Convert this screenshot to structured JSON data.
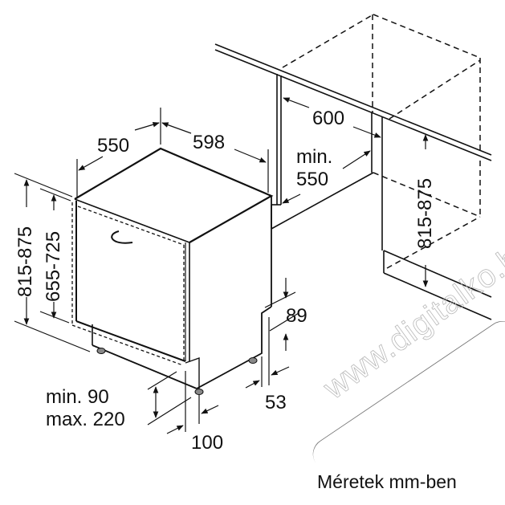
{
  "diagram": {
    "subject": "built-in dishwasher installation dimensions",
    "caption": "Méretek mm-ben",
    "watermark": "www.digitalko.hu",
    "dimensions": {
      "depth": "550",
      "width": "598",
      "niche_width": "600",
      "niche_depth_min_label": "min.",
      "niche_depth_min_value": "550",
      "height_total_left": "815-875",
      "height_total_right": "815-875",
      "door_height": "655-725",
      "plinth_gap_label": "89",
      "rear_offset_label": "53",
      "plinth_min": "min. 90",
      "plinth_max": "max. 220",
      "foot_offset": "100"
    },
    "colors": {
      "line": "#111111",
      "background": "#ffffff",
      "watermark": "#b8b8b8"
    }
  }
}
